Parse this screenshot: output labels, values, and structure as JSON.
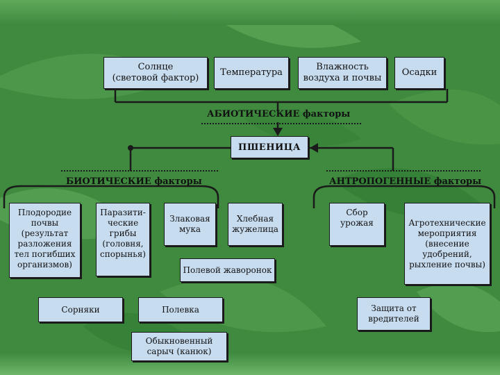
{
  "abiotic": {
    "label": "АБИОТИЧЕСКИЕ факторы",
    "items": [
      "Солнце\n(световой фактор)",
      "Температура",
      "Влажность\nвоздуха и почвы",
      "Осадки"
    ]
  },
  "center": {
    "label": "ПШЕНИЦА"
  },
  "biotic": {
    "label": "БИОТИЧЕСКИЕ факторы",
    "items": [
      "Плодородие\nпочвы\n(результат\nразложения\nтел погибших\nорганизмов)",
      "Паразити-\nческие\nгрибы\n(головня,\nспорынья)",
      "Злаковая\nмука",
      "Хлебная\nжужелица",
      "Полевой жаворонок",
      "Сорняки",
      "Полевка",
      "Обыкновенный\nсарыч (канюк)"
    ]
  },
  "anthropogenic": {
    "label": "АНТРОПОГЕННЫЕ факторы",
    "items": [
      "Сбор\nурожая",
      "Агротехнические\nмероприятия\n(внесение\nудобрений,\nрыхление почвы)",
      "Защита от\nвредителей"
    ]
  },
  "colors": {
    "background": "#3f8a3f",
    "box": "#c8dcf0",
    "line": "#1a1a1a"
  }
}
